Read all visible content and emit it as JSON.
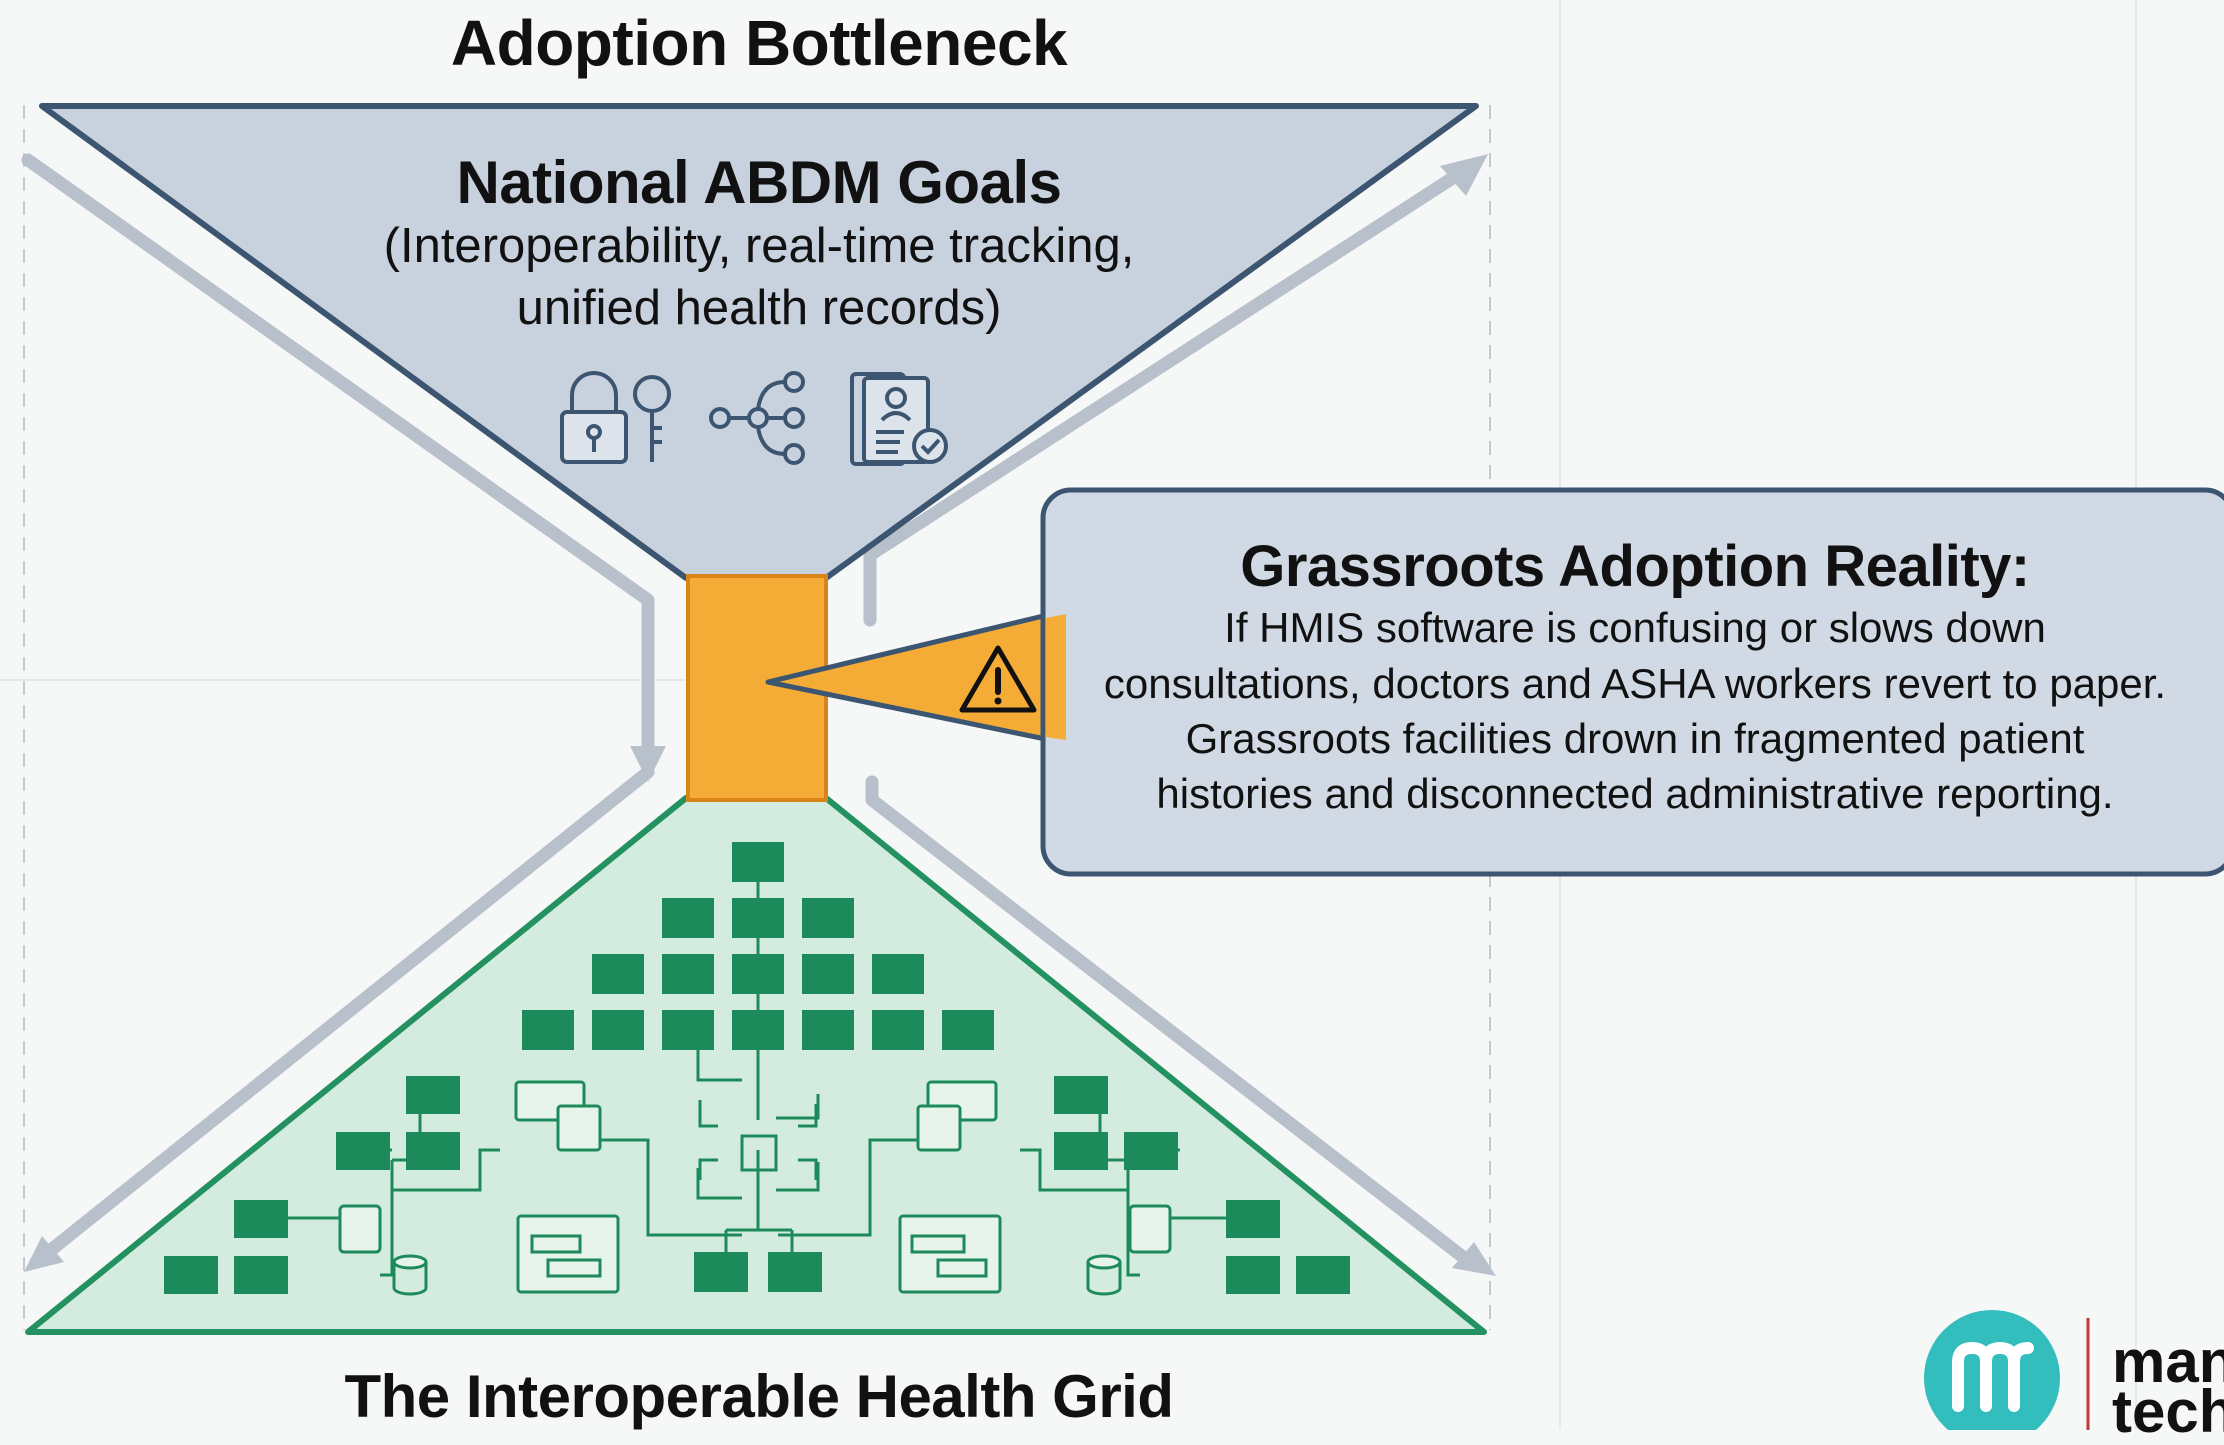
{
  "diagram": {
    "title": "Adoption Bottleneck",
    "top_section": {
      "title": "National ABDM Goals",
      "subtitle_line1": "(Interoperability, real-time tracking,",
      "subtitle_line2": "unified health records)",
      "icons": [
        "lock-and-key-icon",
        "network-share-icon",
        "health-record-icon"
      ]
    },
    "callout": {
      "title": "Grassroots Adoption Reality:",
      "lines": [
        "If HMIS software is confusing or slows down",
        "consultations, doctors and ASHA workers revert to paper.",
        "Grassroots facilities drown in fragmented patient",
        "histories and disconnected administrative reporting."
      ],
      "icon": "warning-icon"
    },
    "bottom_section": {
      "title": "The Interoperable Health Grid"
    },
    "logo": {
      "line1": "man",
      "line2": "tech"
    },
    "colors": {
      "top_fill": "#c8d2df",
      "top_stroke": "#3c5570",
      "bottleneck": "#f5ac37",
      "bottom_fill": "#d4ecdf",
      "bottom_stroke": "#249160",
      "node": "#1d8a5b",
      "callout_fill": "#d1d9e4",
      "arrow": "#b8c0cb",
      "logo": "#33bdbd"
    }
  }
}
